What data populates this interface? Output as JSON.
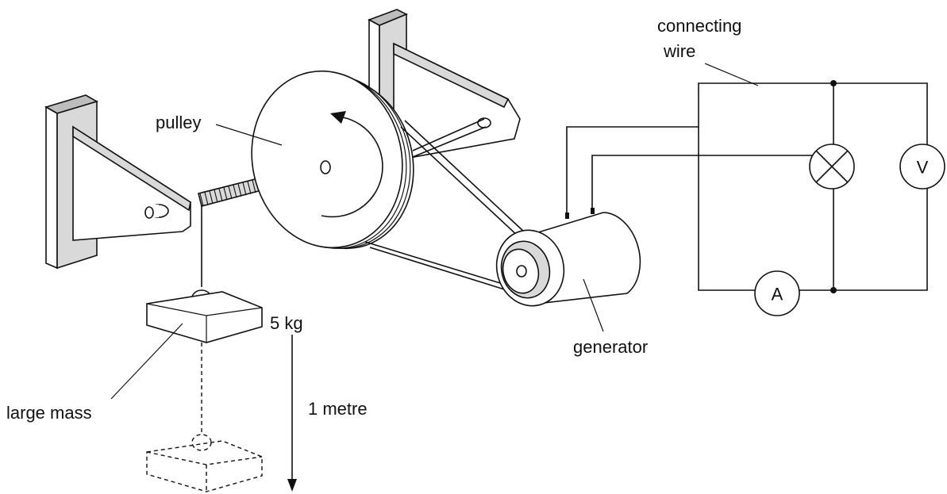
{
  "labels": {
    "pulley": "pulley",
    "connecting_wire_line1": "connecting",
    "connecting_wire_line2": "wire",
    "generator": "generator",
    "mass_value": "5 kg",
    "large_mass": "large mass",
    "distance": "1 metre"
  },
  "meters": {
    "ammeter": "A",
    "voltmeter": "V"
  }
}
